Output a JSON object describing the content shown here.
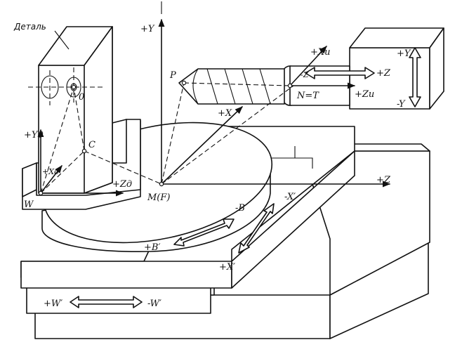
{
  "diagram": {
    "part_label": "Деталь",
    "axes": {
      "y": "+Y",
      "z": "+Z",
      "x": "+X",
      "yd": "+Yд",
      "xd": "+Xд",
      "zd": "+Zд",
      "xi": "+Xи",
      "zi": "+Zи",
      "z_minus": "-Z",
      "spindle_y": "+Y",
      "spindle_y_minus": "-Y",
      "spindle_z": "+Z"
    },
    "points": {
      "p": "P",
      "o": "0",
      "c": "C",
      "w": "W",
      "m": "M(F)",
      "n": "N=T"
    },
    "motions": {
      "b_plus": "+B′",
      "b_minus": "-B′",
      "x_plus": "+X′",
      "x_minus": "-X′",
      "w_plus": "+W′",
      "w_minus": "-W′"
    }
  }
}
